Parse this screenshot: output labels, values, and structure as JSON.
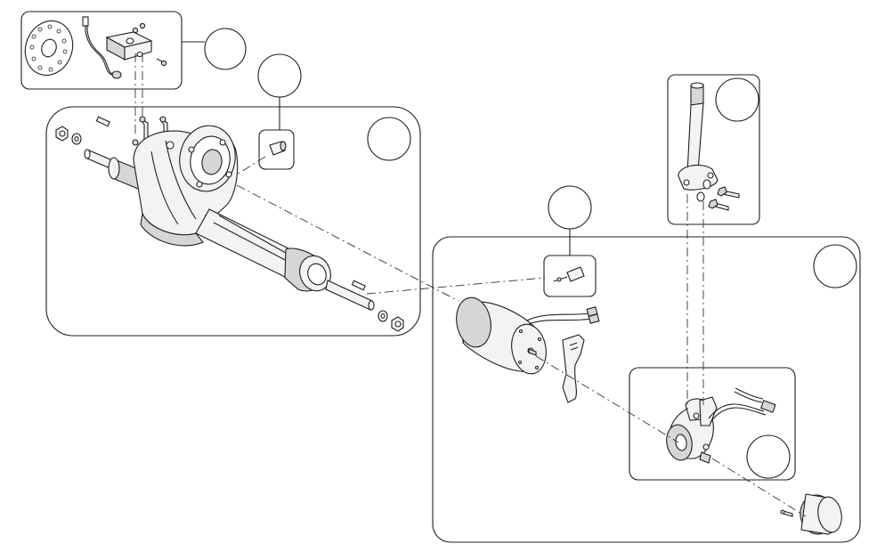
{
  "diagram": {
    "callouts": [
      {
        "id": "callout-1",
        "label": ""
      },
      {
        "id": "callout-2",
        "label": ""
      },
      {
        "id": "callout-3",
        "label": ""
      },
      {
        "id": "callout-4",
        "label": ""
      },
      {
        "id": "callout-5",
        "label": ""
      },
      {
        "id": "callout-6",
        "label": ""
      },
      {
        "id": "callout-7",
        "label": ""
      },
      {
        "id": "callout-8",
        "label": ""
      }
    ],
    "groups": [
      {
        "id": "group-encoder-sensor"
      },
      {
        "id": "group-transaxle"
      },
      {
        "id": "group-tiller-tube"
      },
      {
        "id": "group-motor-assembly"
      },
      {
        "id": "group-brake"
      }
    ],
    "colors": {
      "line": "#1e1e1e",
      "fill": "#f3f3f3",
      "shade": "#d6d6d6",
      "background": "#ffffff"
    }
  }
}
